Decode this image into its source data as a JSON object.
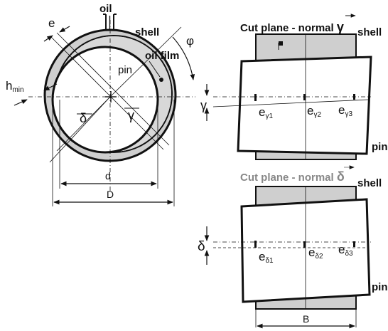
{
  "labels": {
    "oil": "oil",
    "shell_top": "shell",
    "e": "e",
    "phi": "φ",
    "oil_film": "oil film",
    "pin_circle": "pin",
    "h_min_main": "h",
    "h_min_sub": "min",
    "delta_arrow": "δ",
    "gamma_arrow": "γ",
    "d": "d",
    "D": "D",
    "cut_gamma_text": "Cut plane - normal ",
    "cut_gamma_symbol": "γ",
    "shell_gamma": "shell",
    "gamma_angle": "γ",
    "e_g1_main": "e",
    "e_g1_sub": "γ1",
    "e_g2_main": "e",
    "e_g2_sub": "γ2",
    "e_g3_main": "e",
    "e_g3_sub": "γ3",
    "pin_gamma": "pin",
    "cut_delta_text": "Cut plane - normal ",
    "cut_delta_symbol": "δ",
    "shell_delta": "shell",
    "delta_angle": "δ",
    "e_d1_main": "e",
    "e_d1_sub": "δ1",
    "e_d2_main": "e",
    "e_d2_sub": "δ2",
    "e_d3_main": "e",
    "e_d3_sub": "δ3",
    "pin_delta": "pin",
    "B": "B"
  },
  "colors": {
    "shell_fill": "#cfcfcf",
    "line": "#111111",
    "grey_text": "#8a8a8a"
  }
}
